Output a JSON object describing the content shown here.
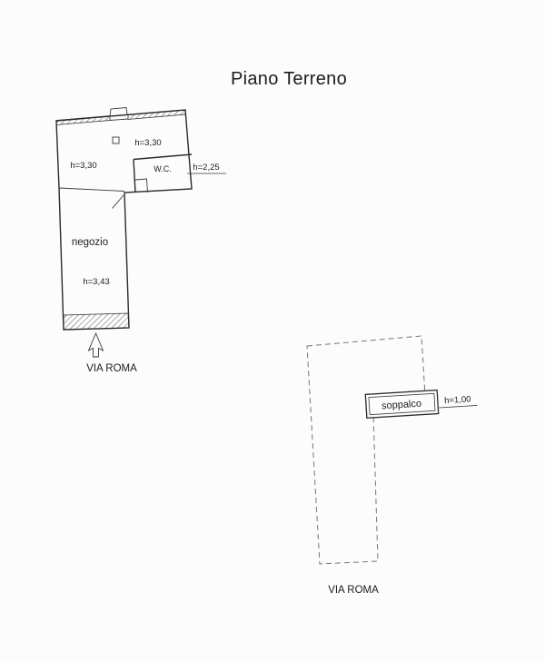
{
  "page": {
    "title": "Piano Terreno",
    "background": "#fcfcfc",
    "ink_color": "#1c1c1c",
    "dashed_line_color": "#777777"
  },
  "ground_floor": {
    "upper_room_height": "h=3,30",
    "upper_room_height_left": "h=3,30",
    "wc_label": "W.C.",
    "wc_height": "h=2,25",
    "shop_label": "negozio",
    "shop_height": "h=3,43",
    "street_label": "VIA ROMA"
  },
  "mezzanine": {
    "label": "soppalco",
    "height": "h=1,00",
    "street_label": "VIA ROMA"
  }
}
